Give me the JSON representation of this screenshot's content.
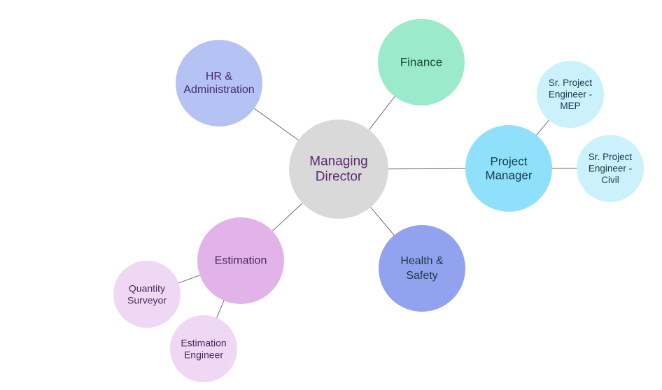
{
  "nodes": [
    {
      "id": "managing-director",
      "lines": [
        "Managing",
        "Director"
      ],
      "fill": "#d9d9d9",
      "text_color": "#5b2a6e"
    },
    {
      "id": "hr-administration",
      "lines": [
        "HR &",
        "Administration"
      ],
      "fill": "#b4c3f4",
      "text_color": "#4a2a6a"
    },
    {
      "id": "finance",
      "lines": [
        "Finance"
      ],
      "fill": "#9aeacb",
      "text_color": "#1e4a3a"
    },
    {
      "id": "project-manager",
      "lines": [
        "Project",
        "Manager"
      ],
      "fill": "#8fe0fa",
      "text_color": "#1a4050"
    },
    {
      "id": "sr-project-engineer-mep",
      "lines": [
        "Sr. Project",
        "Engineer -",
        "MEP"
      ],
      "fill": "#cbf1fc",
      "text_color": "#1a3a4a"
    },
    {
      "id": "sr-project-engineer-civil",
      "lines": [
        "Sr. Project",
        "Engineer -",
        "Civil"
      ],
      "fill": "#cbf1fc",
      "text_color": "#1a3a4a"
    },
    {
      "id": "health-safety",
      "lines": [
        "Health &",
        "Safety"
      ],
      "fill": "#93a2ef",
      "text_color": "#1a3a3a"
    },
    {
      "id": "estimation",
      "lines": [
        "Estimation"
      ],
      "fill": "#e2b3e8",
      "text_color": "#4a2a5a"
    },
    {
      "id": "quantity-surveyor",
      "lines": [
        "Quantity",
        "Surveyor"
      ],
      "fill": "#efd8f3",
      "text_color": "#4a2a5a"
    },
    {
      "id": "estimation-engineer",
      "lines": [
        "Estimation",
        "Engineer"
      ],
      "fill": "#efd8f3",
      "text_color": "#4a2a5a"
    }
  ],
  "edges": [
    [
      "managing-director",
      "hr-administration"
    ],
    [
      "managing-director",
      "finance"
    ],
    [
      "managing-director",
      "project-manager"
    ],
    [
      "managing-director",
      "health-safety"
    ],
    [
      "managing-director",
      "estimation"
    ],
    [
      "project-manager",
      "sr-project-engineer-mep"
    ],
    [
      "project-manager",
      "sr-project-engineer-civil"
    ],
    [
      "estimation",
      "quantity-surveyor"
    ],
    [
      "estimation",
      "estimation-engineer"
    ]
  ]
}
